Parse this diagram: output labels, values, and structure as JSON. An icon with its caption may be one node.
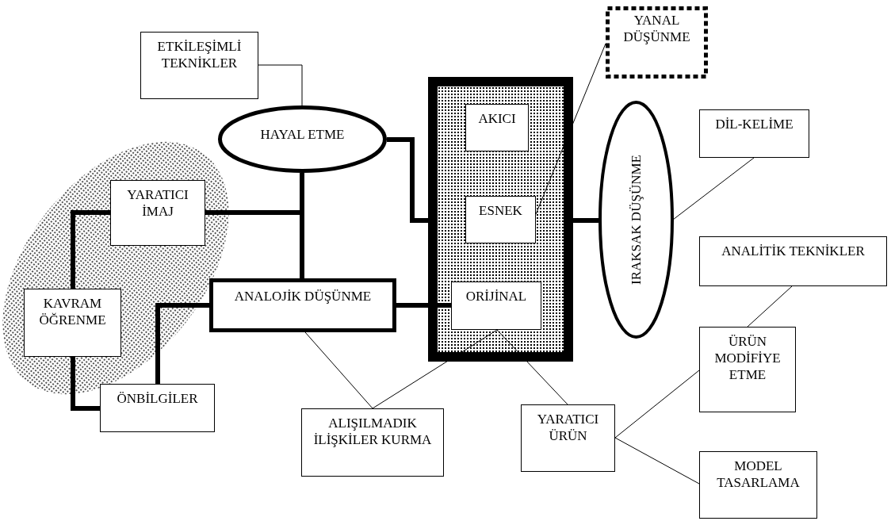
{
  "diagram": {
    "nodes": [
      {
        "text": [
          "ETKİLEŞİMLİ TEKNİKLER"
        ]
      },
      {
        "text": [
          "HAYAL ETME"
        ]
      },
      {
        "text": [],
        "shape": "box"
      },
      {
        "text": [
          "AKICI"
        ],
        "in": 2
      },
      {
        "text": [
          "ESNEK"
        ],
        "in": 2
      },
      {
        "text": [
          "ORİJİNAL"
        ],
        "in": 2
      },
      {
        "text": [
          "YANAL DÜŞÜNME"
        ]
      },
      {
        "text": [
          "IRAKSAK DÜŞÜNME"
        ]
      },
      {
        "text": [
          "DİL-KELİME"
        ]
      },
      {
        "text": [
          "ANALİTİK TEKNİKLER"
        ]
      },
      {
        "text": [
          "ÜRÜN MODİFİYE ETME"
        ]
      },
      {
        "text": [
          "MODEL TASARLAMA"
        ]
      },
      {
        "text": [
          "YARATICI ÜRÜN"
        ]
      },
      {
        "text": [
          "ALIŞILMADIK İLİŞKİLER KURMA"
        ]
      },
      {
        "text": [
          "ANALOJİK DÜŞÜNME"
        ]
      },
      {
        "text": [
          "ÖNBİLGİLER"
        ]
      },
      {
        "text": [
          "KAVRAM ÖĞRENME"
        ]
      },
      {
        "text": [
          "YARATICI İMAJ"
        ]
      }
    ],
    "edges": [
      {
        "from": 0,
        "to": 1,
        "arrow": "none"
      },
      {
        "from": 1,
        "to": 2,
        "arrow": "none",
        "style": "thick"
      },
      {
        "from": 1,
        "to": 14,
        "arrow": "none",
        "style": "thick"
      },
      {
        "from": 17,
        "to": 1,
        "arrow": "none",
        "style": "thick"
      },
      {
        "from": 17,
        "to": 16,
        "arrow": "none",
        "style": "thick"
      },
      {
        "from": 16,
        "to": 15,
        "arrow": "none",
        "style": "thick"
      },
      {
        "from": 15,
        "to": 14,
        "arrow": "none",
        "style": "thick"
      },
      {
        "from": 14,
        "to": 5,
        "arrow": "none",
        "style": "thick"
      },
      {
        "from": 2,
        "to": 7,
        "arrow": "none",
        "style": "thick"
      },
      {
        "from": 6,
        "to": 4,
        "arrow": "none"
      },
      {
        "from": 7,
        "to": 8,
        "arrow": "none"
      },
      {
        "from": 9,
        "to": 10,
        "arrow": "none"
      },
      {
        "from": 12,
        "to": 10,
        "arrow": "none"
      },
      {
        "from": 12,
        "to": 11,
        "arrow": "none"
      },
      {
        "from": 5,
        "to": 12,
        "arrow": "none"
      },
      {
        "from": 5,
        "to": 13,
        "arrow": "none"
      },
      {
        "from": 14,
        "to": 13,
        "arrow": "none"
      }
    ]
  }
}
